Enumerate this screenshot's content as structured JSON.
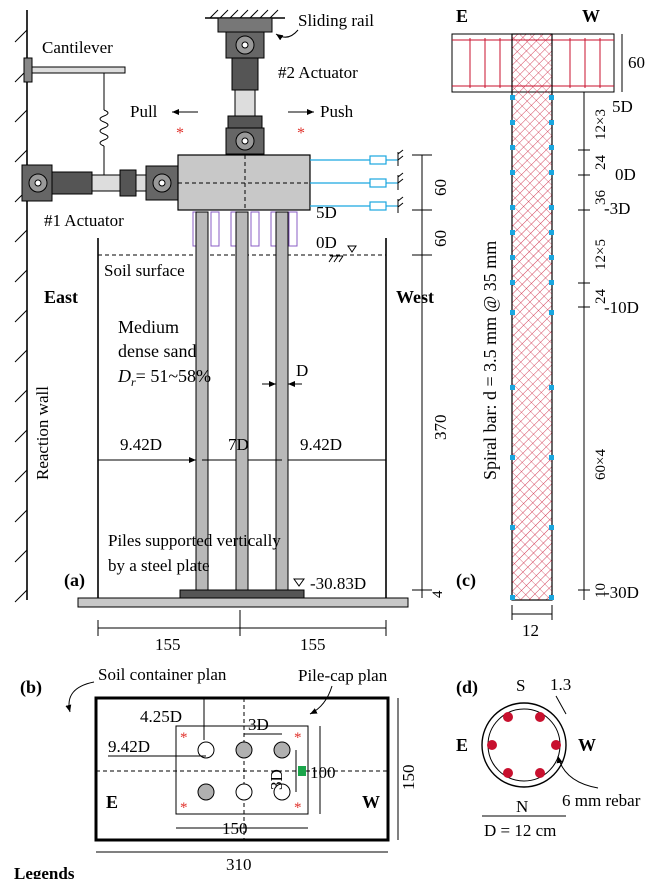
{
  "panel_a": {
    "tag": "(a)",
    "sliding_rail": "Sliding rail",
    "actuator2": "#2 Actuator",
    "cantilever": "Cantilever",
    "actuator1": "#1 Actuator",
    "pull": "Pull",
    "push": "Push",
    "soil_surface": "Soil surface",
    "east": "East",
    "west": "West",
    "sand_line1": "Medium",
    "sand_line2": "dense sand",
    "dr_symbol": "D",
    "dr_sub": "r",
    "dr_value": "= 51~58%",
    "reaction_wall": "Reaction wall",
    "pile_support_line1": "Piles supported vertically",
    "pile_support_line2": "by a steel plate",
    "label_5D": "5D",
    "label_0D": "0D",
    "label_D": "D",
    "dim_60a": "60",
    "dim_60b": "60",
    "dim_370": "370",
    "dim_4": "4",
    "elev_bottom": "-30.83D",
    "span_left": "9.42D",
    "span_mid": "7D",
    "span_right": "9.42D",
    "bottom_left": "155",
    "bottom_right": "155"
  },
  "panel_b": {
    "tag": "(b)",
    "soil_container_plan": "Soil container plan",
    "pile_cap_plan": "Pile-cap plan",
    "dim_425": "4.25D",
    "dim_3D_h": "3D",
    "dim_3D_v": "3D",
    "dim_942": "9.42D",
    "dim_100": "100",
    "dim_150_h": "150",
    "dim_150_v": "150",
    "dim_310": "310",
    "E": "E",
    "W": "W",
    "legends": "Legends"
  },
  "panel_c": {
    "tag": "(c)",
    "E": "E",
    "W": "W",
    "dim_60": "60",
    "dim_12x3": "12×3",
    "dim_24a": "24",
    "dim_36": "36",
    "dim_12x5": "12×5",
    "dim_24b": "24",
    "dim_60x4": "60×4",
    "dim_10": "10",
    "width_12": "12",
    "lvl_5D": "5D",
    "lvl_0D": "0D",
    "lvl_m3D": "-3D",
    "lvl_m10D": "-10D",
    "lvl_m30D": "-30D",
    "spiral": "Spiral bar: d = 3.5 mm @ 35 mm"
  },
  "panel_d": {
    "tag": "(d)",
    "S": "S",
    "N": "N",
    "E": "E",
    "W": "W",
    "cover": "1.3",
    "rebar": "6 mm rebar",
    "diameter": "D = 12 cm"
  },
  "colors": {
    "rebar": "#c8102e",
    "gauge": "#1aa7e0",
    "marker": "#e0302a",
    "bracket": "#8a5cc4",
    "pile": "#b8b8b8",
    "actuator": "#555555",
    "green": "#1aa54a"
  }
}
